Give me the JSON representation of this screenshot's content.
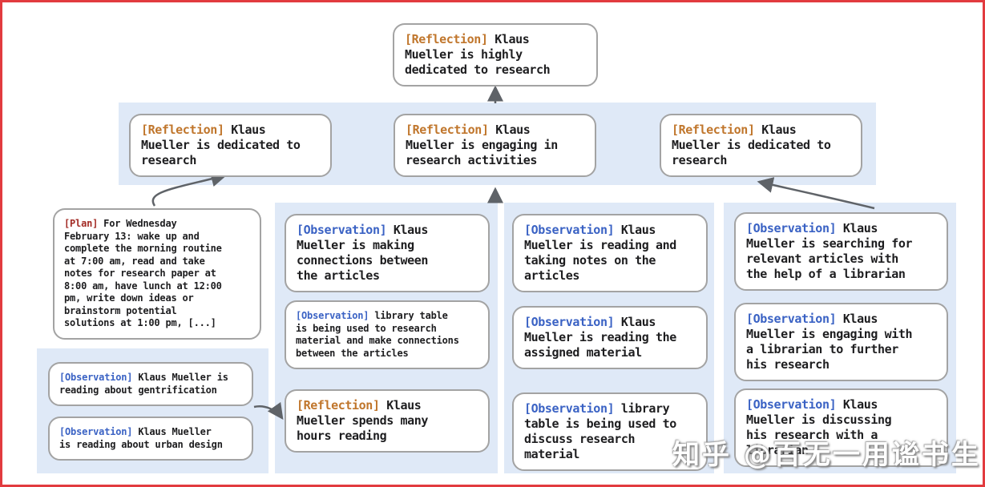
{
  "colors": {
    "border_red": "#e23b3f",
    "panel_blue": "#dfe9f7",
    "node_border": "#a3a3a3",
    "arrow": "#5f6368",
    "reflection": "#c0762c",
    "observation": "#3a62c4",
    "plan": "#a32c26",
    "text": "#1d1d1f"
  },
  "nodes": {
    "top": {
      "tag": "[Reflection]",
      "text": " Klaus\nMueller is highly\ndedicated to research"
    },
    "refl_left": {
      "tag": "[Reflection]",
      "text": " Klaus\nMueller is dedicated to\nresearch"
    },
    "refl_mid": {
      "tag": "[Reflection]",
      "text": " Klaus\nMueller is engaging in\nresearch activities"
    },
    "refl_right": {
      "tag": "[Reflection]",
      "text": " Klaus\nMueller is dedicated to\nresearch"
    },
    "plan": {
      "tag": "[Plan]",
      "text": " For Wednesday\nFebruary 13: wake up and\ncomplete the morning routine\nat 7:00 am, read and take\nnotes for research paper at\n8:00 am, have lunch at 12:00\npm, write down ideas or\nbrainstorm potential\nsolutions at 1:00 pm, [...]"
    },
    "obs_gentrification": {
      "tag": "[Observation]",
      "text": " Klaus Mueller is\nreading about gentrification"
    },
    "obs_urban": {
      "tag": "[Observation]",
      "text": " Klaus Mueller\nis reading about urban design"
    },
    "obs_connections": {
      "tag": "[Observation]",
      "text": " Klaus\nMueller is making\nconnections between\nthe articles"
    },
    "obs_library_research": {
      "tag": "[Observation]",
      "text": " library table\nis being used to research\nmaterial and make connections\nbetween the articles"
    },
    "refl_hours": {
      "tag": "[Reflection]",
      "text": " Klaus\nMueller spends many\nhours reading"
    },
    "obs_taking_notes": {
      "tag": "[Observation]",
      "text": " Klaus\nMueller is reading and\ntaking notes on the\narticles"
    },
    "obs_assigned": {
      "tag": "[Observation]",
      "text": " Klaus\nMueller is reading the\nassigned material"
    },
    "obs_library_discuss": {
      "tag": "[Observation]",
      "text": " library\ntable is being used to\ndiscuss research material"
    },
    "obs_searching": {
      "tag": "[Observation]",
      "text": " Klaus\nMueller is searching for\nrelevant articles with\nthe help of a librarian"
    },
    "obs_engaging": {
      "tag": "[Observation]",
      "text": " Klaus\nMueller is engaging with\na librarian to further\nhis research"
    },
    "obs_discussing": {
      "tag": "[Observation]",
      "text": " Klaus\nMueller is discussing\nhis research with a\nlibrarian"
    }
  },
  "watermark": {
    "site": "知乎 ",
    "author": "@百无一用谧书生"
  }
}
